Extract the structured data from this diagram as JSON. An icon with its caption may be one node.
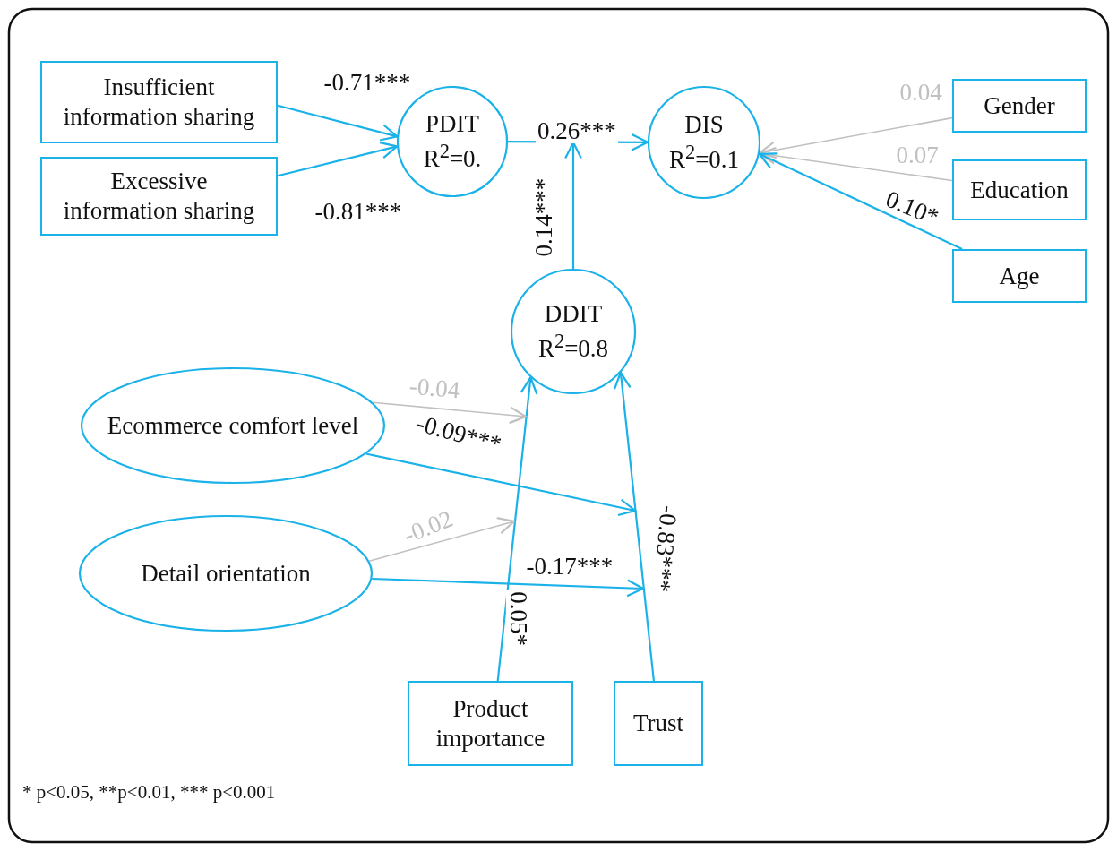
{
  "diagram": {
    "nodes": [
      {
        "text": [
          "Insufficient information sharing"
        ]
      },
      {
        "text": [
          "Excessive information sharing"
        ]
      },
      {
        "text": [
          "PDIT",
          "R$^{2}$=0."
        ]
      },
      {
        "text": [
          "DIS",
          "R$^{2}$=0.1"
        ]
      },
      {
        "text": [
          "Gender"
        ]
      },
      {
        "text": [
          "Education"
        ]
      },
      {
        "text": [
          "Age"
        ]
      },
      {
        "text": [
          "DDIT",
          "R$^{2}$=0.8"
        ]
      },
      {
        "text": [
          "Ecommerce comfort level"
        ]
      },
      {
        "text": [
          "Detail orientation"
        ]
      },
      {
        "text": [
          "Product importance"
        ]
      },
      {
        "text": [
          "Trust"
        ]
      }
    ],
    "edges": [
      {
        "from": 0,
        "to": 2,
        "arrow": "to",
        "label": "-0.71***"
      },
      {
        "from": 1,
        "to": 2,
        "arrow": "to",
        "label": "-0.81***"
      },
      {
        "from": 2,
        "to": 3,
        "arrow": "to",
        "label": "0.26***"
      },
      {
        "from": 7,
        "to": null,
        "arrow": "to",
        "label": "0.14***"
      },
      {
        "from": 4,
        "to": 3,
        "arrow": "to",
        "label": "0.04",
        "color": "#c0c0c0"
      },
      {
        "from": 5,
        "to": 3,
        "arrow": "to",
        "label": "0.07",
        "color": "#c0c0c0"
      },
      {
        "from": 6,
        "to": 3,
        "arrow": "to",
        "label": "0.10*"
      },
      {
        "from": 10,
        "to": 7,
        "arrow": "to",
        "label": "0.05*"
      },
      {
        "from": 11,
        "to": 7,
        "arrow": "to",
        "label": "-0.83***"
      },
      {
        "from": 8,
        "to": null,
        "arrow": "to",
        "label": "-0.04",
        "color": "#c0c0c0"
      },
      {
        "from": 8,
        "to": null,
        "arrow": "to",
        "label": "-0.09***"
      },
      {
        "from": 9,
        "to": null,
        "arrow": "to",
        "label": "-0.02",
        "color": "#c0c0c0"
      },
      {
        "from": 9,
        "to": null,
        "arrow": "to",
        "label": "-0.17***"
      }
    ],
    "labels": [
      "* p<0.05, **p<0.01, *** p<0.001"
    ]
  }
}
